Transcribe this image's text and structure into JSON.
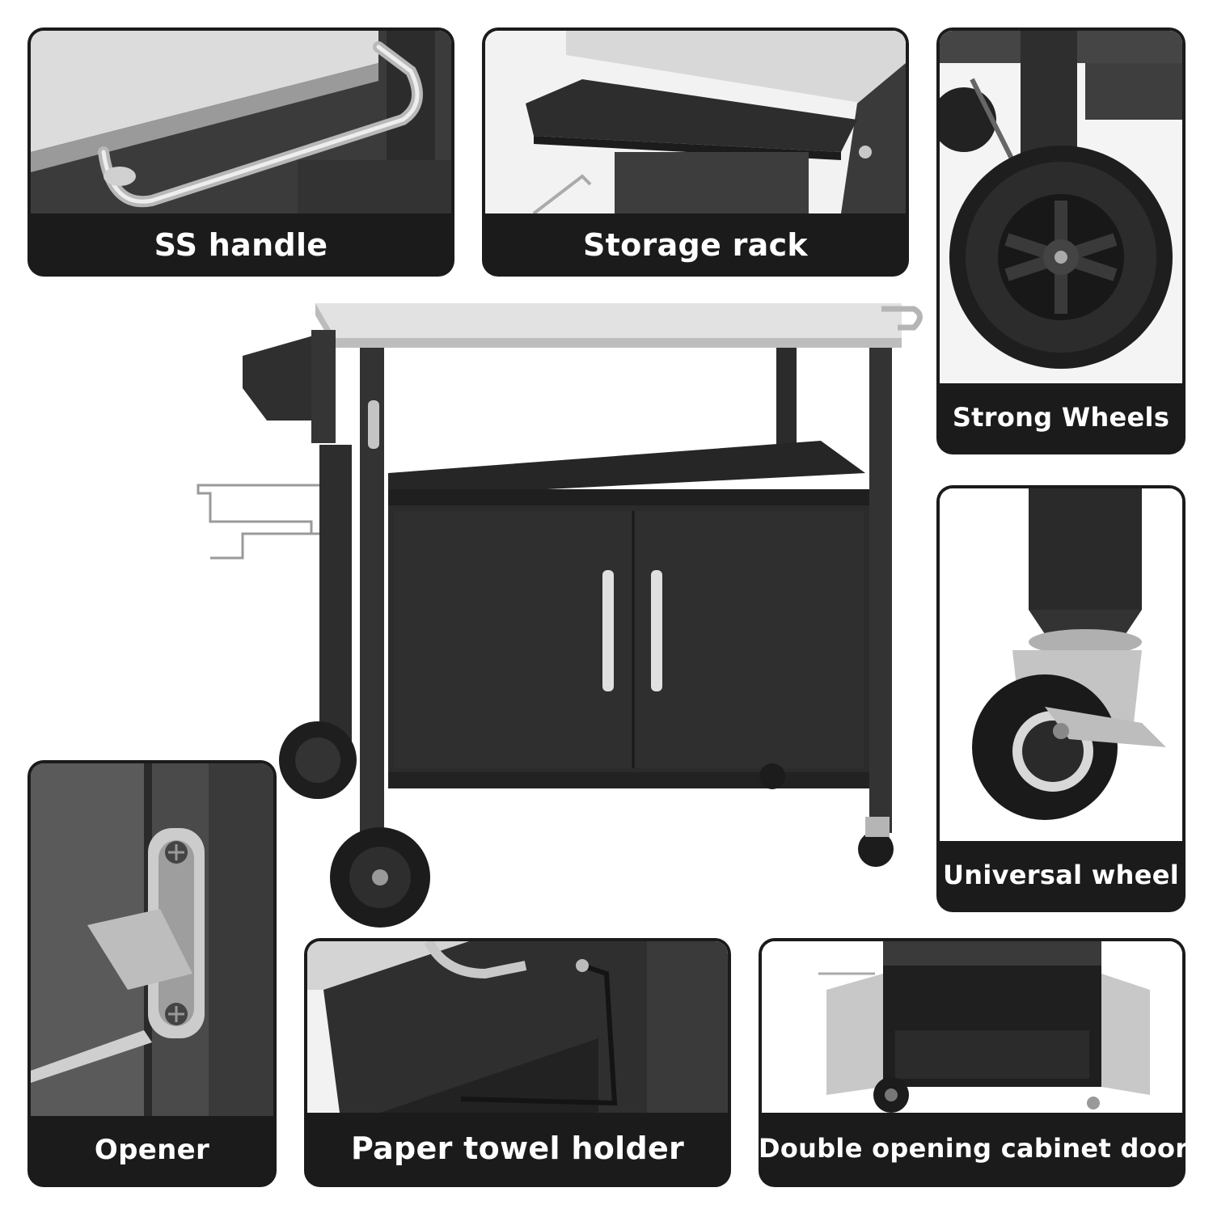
{
  "panels": {
    "ss_handle": {
      "label": "SS handle"
    },
    "storage_rack": {
      "label": "Storage rack"
    },
    "strong_wheels": {
      "label": "Strong Wheels"
    },
    "universal_wheel": {
      "label": "Universal wheel"
    },
    "opener": {
      "label": "Opener"
    },
    "paper_towel_holder": {
      "label": "Paper towel holder"
    },
    "cabinet_door": {
      "label": "Double opening cabinet door"
    }
  },
  "colors": {
    "panel_bg": "#1b1b1b",
    "caption_text": "#ffffff",
    "cart_body": "#3a3a3a",
    "steel_top": "#d9d9d9"
  }
}
